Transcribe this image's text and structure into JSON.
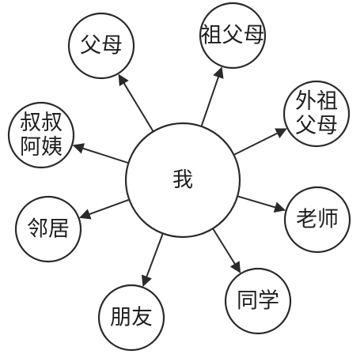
{
  "diagram": {
    "center": {
      "label": "我"
    },
    "nodes": [
      {
        "id": "parents",
        "lines": [
          "父母"
        ]
      },
      {
        "id": "grandparents-paternal",
        "lines": [
          "祖父母"
        ]
      },
      {
        "id": "grandparents-outer",
        "lines": [
          "外祖",
          "父母"
        ]
      },
      {
        "id": "teacher",
        "lines": [
          "老师"
        ]
      },
      {
        "id": "classmates",
        "lines": [
          "同学"
        ]
      },
      {
        "id": "friends",
        "lines": [
          "朋友"
        ]
      },
      {
        "id": "neighbors",
        "lines": [
          "邻居"
        ]
      },
      {
        "id": "uncle-aunt",
        "lines": [
          "叔叔",
          "阿姨"
        ]
      }
    ],
    "colors": {
      "stroke": "#2a2a2a",
      "text": "#1e1e1e",
      "background": "#ffffff"
    }
  }
}
